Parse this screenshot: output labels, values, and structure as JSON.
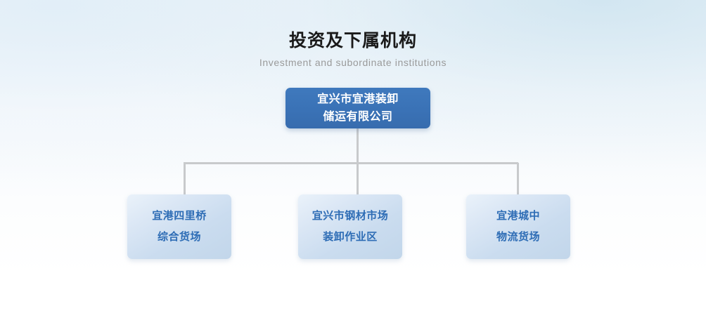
{
  "header": {
    "title_cn": "投资及下属机构",
    "title_en": "Investment and subordinate institutions"
  },
  "chart_data": {
    "type": "diagram",
    "diagram_type": "org-chart",
    "title": "投资及下属机构",
    "subtitle": "Investment and subordinate institutions",
    "orientation": "top-down",
    "levels": 2,
    "root": {
      "id": "root",
      "lines": [
        "宜兴市宜港装卸",
        "储运有限公司"
      ],
      "full_text": "宜兴市宜港装卸储运有限公司",
      "fill": "#3a72b6",
      "text_color": "#ffffff"
    },
    "children": [
      {
        "id": "child-1",
        "lines": [
          "宜港四里桥",
          "综合货场"
        ],
        "full_text": "宜港四里桥综合货场",
        "fill": "#cadcef",
        "text_color": "#2d6cb5"
      },
      {
        "id": "child-2",
        "lines": [
          "宜兴市钢材市场",
          "装卸作业区"
        ],
        "full_text": "宜兴市钢材市场装卸作业区",
        "fill": "#cadcef",
        "text_color": "#2d6cb5"
      },
      {
        "id": "child-3",
        "lines": [
          "宜港城中",
          "物流货场"
        ],
        "full_text": "宜港城中物流货场",
        "fill": "#cadcef",
        "text_color": "#2d6cb5"
      }
    ],
    "connector_color": "#c8cacc",
    "background": {
      "top": "#e8f1f7",
      "bottom": "#ffffff"
    }
  }
}
